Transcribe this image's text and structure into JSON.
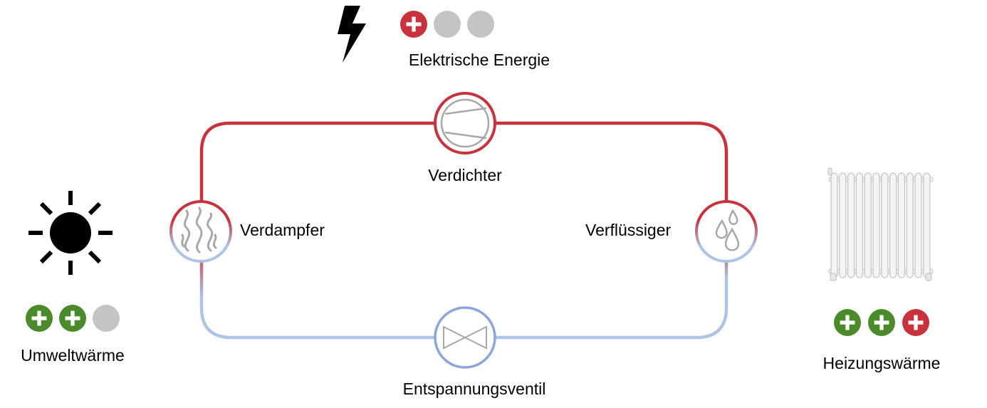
{
  "labels": {
    "electric_energy": "Elektrische Energie",
    "compressor": "Verdichter",
    "evaporator": "Verdampfer",
    "condenser": "Verflüssiger",
    "expansion_valve": "Entspannungsventil",
    "ambient_heat": "Umweltwärme",
    "heating_heat": "Heizungswärme"
  },
  "ratings": {
    "electric_energy": [
      "plus-red",
      "empty",
      "empty"
    ],
    "ambient_heat": [
      "plus-green",
      "plus-green",
      "empty"
    ],
    "heating_heat": [
      "plus-green",
      "plus-green",
      "plus-red"
    ]
  },
  "colors": {
    "hot": "#c8323c",
    "cold": "#aec4e6",
    "plus_green": "#4a8a2a",
    "plus_red": "#c8323c",
    "empty": "#c4c4c4",
    "icon_gray": "#a8a8a8"
  },
  "icons": {
    "lightning": "lightning-icon",
    "sun": "sun-icon",
    "radiator": "radiator-icon",
    "compressor": "compressor-icon",
    "evaporator": "steam-icon",
    "condenser": "droplets-icon",
    "valve": "valve-icon"
  }
}
